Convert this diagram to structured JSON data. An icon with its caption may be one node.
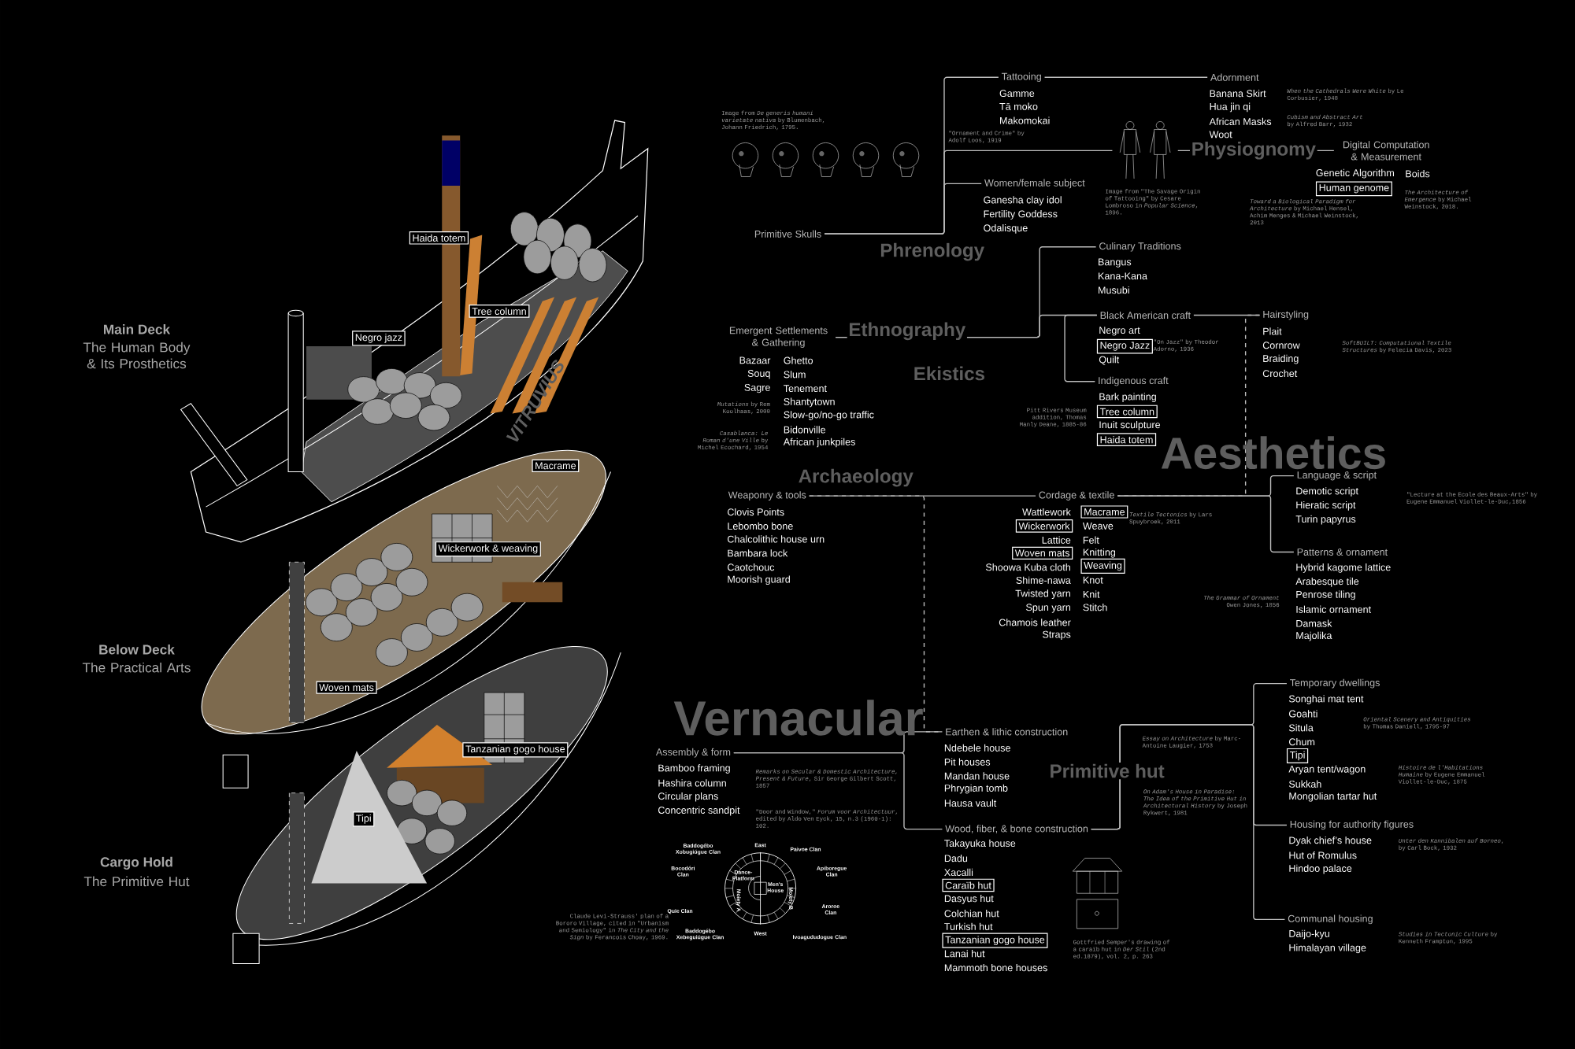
{
  "diagram": {
    "nodes": [
      {
        "text": [
          "Tattooing"
        ],
        "beside": [
          "Gamme",
          "Tā moko",
          "Makomokai"
        ]
      },
      {
        "text": [
          "Adornment"
        ],
        "beside": [
          "Banana Skirt",
          "Hua jin qi",
          "African Masks",
          "Woot"
        ]
      },
      {
        "text": [
          "Women/female subject"
        ],
        "beside": [
          "Ganesha clay idol",
          "Fertility Goddess",
          "Odalisque"
        ]
      },
      {
        "text": [
          "Primitive Skulls"
        ]
      },
      {
        "text": [],
        "shape": "picture"
      },
      {
        "text": [
          "Digital Computation & Measurement"
        ],
        "beside": [
          "Genetic Algorithm",
          "Boids"
        ]
      },
      {
        "text": [
          "Human genome"
        ]
      },
      {
        "text": [
          "Culinary Traditions"
        ],
        "beside": [
          "Bangus",
          "Kana-Kana",
          "Musubi"
        ]
      },
      {
        "text": [
          "Emergent Settlements & Gathering"
        ],
        "beside": [
          "Bazaar",
          "Ghetto",
          "Souq",
          "Slum",
          "Sagre",
          "Tenement",
          "Shantytown",
          "Slow-go/no-go traffic",
          "Bidonville",
          "African junkpiles"
        ]
      },
      {
        "text": [
          "Black American craft"
        ],
        "beside": [
          "Negro art"
        ]
      },
      {
        "text": [
          "Negro Jazz"
        ],
        "beside": [
          "\"On Jazz\" by Theodor Adorno, 1936",
          "Quilt"
        ]
      },
      {
        "text": [
          "Indigenous craft"
        ],
        "beside": [
          "Bark painting"
        ]
      },
      {
        "text": [
          "Tree column"
        ]
      },
      {
        "text": [
          "Haida totem"
        ],
        "beside": [
          "Inuit sculpture"
        ]
      },
      {
        "text": [
          "Hairstyling"
        ],
        "beside": [
          "Plait",
          "Cornrow",
          "Braiding",
          "Crochet"
        ]
      },
      {
        "text": [
          "Weaponry & tools"
        ],
        "beside": [
          "Clovis Points",
          "Lebombo bone",
          "Chalcolithic house urn",
          "Bambara lock",
          "Caotchouc",
          "Moorish guard"
        ]
      },
      {
        "text": [
          "Cordage & textile"
        ],
        "beside": [
          "Wattlework",
          "Weave",
          "Felt",
          "Knitting",
          "Shoowa Kuba cloth",
          "Shime-nawa",
          "Knot",
          "Twisted yarn",
          "Knit",
          "Spun yarn",
          "Stitch",
          "Chamois leather",
          "Straps"
        ]
      },
      {
        "text": [
          "Macrame"
        ]
      },
      {
        "text": [
          "Wickerwork"
        ]
      },
      {
        "text": [
          "Woven mats"
        ],
        "beside": [
          "Lattice"
        ]
      },
      {
        "text": [
          "Weaving"
        ]
      },
      {
        "text": [
          "Language & script"
        ],
        "beside": [
          "Demotic script",
          "Hieratic script",
          "Turin papyrus"
        ]
      },
      {
        "text": [
          "Patterns & ornament"
        ],
        "beside": [
          "Hybrid kagome lattice",
          "Arabesque tile",
          "Penrose tiling",
          "Islamic ornament",
          "Damask",
          "Majolika"
        ]
      },
      {
        "text": [
          "Assembly & form"
        ],
        "beside": [
          "Bamboo framing",
          "Hashira column",
          "Circular plans",
          "Concentric sandpit"
        ]
      },
      {
        "text": [
          "Earthen & lithic construction"
        ],
        "beside": [
          "Ndebele house",
          "Pit houses",
          "Mandan house",
          "Phrygian tomb",
          "Hausa vault"
        ]
      },
      {
        "text": [
          "Wood, fiber, & bone construction"
        ],
        "beside": [
          "Takayuka house",
          "Dadu",
          "Xacalli",
          "Dasyus hut",
          "Colchian hut",
          "Turkish hut",
          "Lanai hut",
          "Mammoth bone houses"
        ]
      },
      {
        "text": [
          "Caraïb hut"
        ]
      },
      {
        "text": [
          "Tanzanian gogo house"
        ]
      },
      {
        "text": [
          "Temporary dwellings"
        ],
        "beside": [
          "Songhai mat tent",
          "Goahti",
          "Situla",
          "Chum",
          "Aryan tent/wagon",
          "Sukkah",
          "Mongolian tartar hut"
        ]
      },
      {
        "text": [
          "Tipi"
        ]
      },
      {
        "text": [
          "Housing for authority figures"
        ],
        "beside": [
          "Dyak chief’s house",
          "Hut of Romulus",
          "Hindoo palace"
        ]
      },
      {
        "text": [
          "Communal housing"
        ],
        "beside": [
          "Daijo-kyu",
          "Himalayan village"
        ]
      },
      {
        "text": [
          "Haida totem"
        ]
      },
      {
        "text": [
          "Negro jazz"
        ]
      },
      {
        "text": [
          "Tree column"
        ]
      },
      {
        "text": [
          "Macrame"
        ]
      },
      {
        "text": [
          "Wickerwork & weaving"
        ]
      },
      {
        "text": [
          "Woven mats"
        ]
      },
      {
        "text": [
          "Tanzanian gogo house"
        ]
      },
      {
        "text": [
          "Tipi"
        ]
      }
    ],
    "edges": [
      {
        "from": 3,
        "to": 0,
        "arrow": "none"
      },
      {
        "from": 3,
        "to": 2,
        "arrow": "none"
      },
      {
        "from": 0,
        "to": 1,
        "arrow": "none"
      },
      {
        "from": 3,
        "to": 4,
        "arrow": "none"
      },
      {
        "from": 4,
        "to": 5,
        "arrow": "none",
        "label": "Physiognomy"
      },
      {
        "from": 8,
        "to": 7,
        "arrow": "none",
        "label": "Ethnography"
      },
      {
        "from": 8,
        "to": 9,
        "arrow": "none"
      },
      {
        "from": 9,
        "to": 11,
        "arrow": "none"
      },
      {
        "from": 9,
        "to": 14,
        "arrow": "none"
      },
      {
        "from": 14,
        "to": 16,
        "arrow": "none",
        "style": "dashed"
      },
      {
        "from": 15,
        "to": 16,
        "arrow": "none"
      },
      {
        "from": 16,
        "to": 21,
        "arrow": "none"
      },
      {
        "from": 16,
        "to": 22,
        "arrow": "none"
      },
      {
        "from": 15,
        "to": 24,
        "arrow": "none",
        "style": "dashed"
      },
      {
        "from": 23,
        "to": 24,
        "arrow": "none"
      },
      {
        "from": 23,
        "to": 25,
        "arrow": "none"
      },
      {
        "from": 25,
        "to": 28,
        "arrow": "none"
      },
      {
        "from": 25,
        "to": 30,
        "arrow": "none"
      },
      {
        "from": 25,
        "to": 31,
        "arrow": "none"
      }
    ],
    "labels": [
      "Main Deck",
      "The Human Body & Its Prosthetics",
      "Below Deck",
      "The Practical Arts",
      "Cargo Hold",
      "The Primitive Hut",
      "VITRUVIUS",
      "Phrenology",
      "Ekistics",
      "Archaeology",
      "Aesthetics",
      "Vernacular",
      "Primitive hut",
      "Image from *De generis humani varietate nativa* by Blumenbach, Johann Friedrich, 1795.",
      "\"Ornament and Crime\" by Adolf Loos, 1919",
      "Image from \"The Savage Origin of Tattooing\" by Cesare Lombroso in *Popular Science*, 1896.",
      "*When the Cathedrals Were White* by Le Corbusier, 1948",
      "*Cubism and Abstract Art* by Alfred Barr, 1932",
      "*Toward a Biological Paradigm for Architecture* by Michael Hensel, Achim Menges & Michael Weinstock, 2013",
      "*The Architecture of Emergence* by Michael Weinstock, 2018.",
      "*SoftBUILT: Computational Textile Structures* by Felecia Davis, 2023",
      "*Mutations* by Rem Koolhaas, 2000",
      "*Casablanca: Le Roman d'une Ville* by Michel Ecochard, 1954",
      "Pitt Rivers Museum addition, Thomas Manly Deane, 1885-86",
      "*Textile Tectonics* by Lars Spuybroek, 2011",
      "*The Grammar of Ornament* Owen Jones, 1856",
      "\"Lecture at the Ecole des Beaux-Arts\" by Eugene Emmanuel Viollet-le-Duc,1856",
      "*Remarks on Secular & Domestic Architecture, Present & Future*, Sir George Gilbert Scott, 1857",
      "\"Door and Window,\" *Forum voor Architectuur*, edited by Aldo Ven Eyck, 15, n.3 (1960-1): 102.",
      "*Essay on Architecture* by Marc-Antoine Laugier, 1753",
      "*On Adam's House in Paradise: The Idea of the Primitive Hut in Architectural History* by Joseph Rykwert, 1981",
      "*Oriental Scenery and Antiquities* by Thomas Daniell, 1795-97",
      "*Histoire de l'Habitations Humaine* by Eugene Emmanuel Viollet-le-Duc, 1875",
      "*Unter den Kannibalen auf Borneo*, by Carl Bock, 1932",
      "*Studies in Tectonic Culture* by Kenneth Frampton, 1995",
      "Gottfried Semper's drawing of a caraïb hut in *Der Stil* (2nd ed.1879), vol. 2, p. 263",
      "Claude Levi-Strauss' plan of a Bororo Village, cited in \"Urbanism and Semiology\" in *The City and the Sign* by Ferancois Choay, 1969.",
      "Baddogébo Xobugiúgue Clan",
      "East",
      "Paivoe Clan",
      "Bocodóri Clan",
      "Dance-Platform",
      "Apiboregue Clan",
      "Moiety A",
      "Men's House",
      "Moiety B",
      "Quie Clan",
      "Aroroe Clan",
      "Baddogébo Xebeguiúgue Clan",
      "West",
      "Ivoagududogue Clan"
    ]
  }
}
